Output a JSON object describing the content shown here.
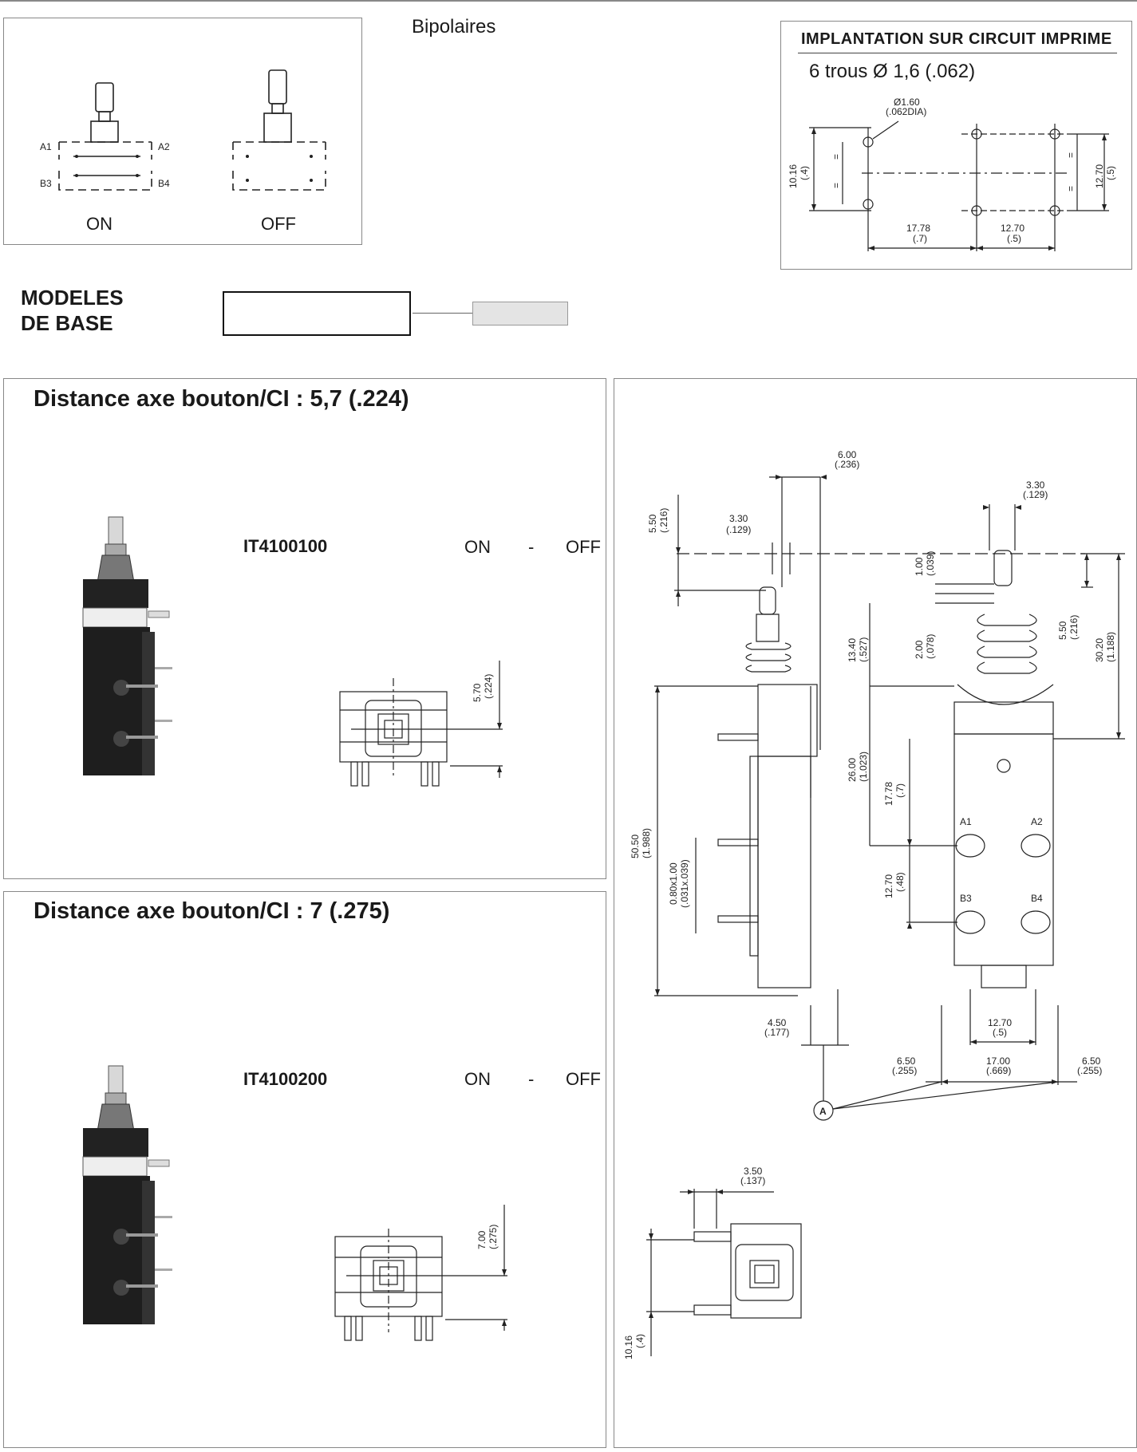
{
  "bipolar": {
    "title": "Bipolaires",
    "on_label": "ON",
    "off_label": "OFF",
    "terminals": [
      "A1",
      "A2",
      "B3",
      "B4"
    ]
  },
  "pcb": {
    "title": "IMPLANTATION SUR CIRCUIT IMPRIME",
    "subtitle": "6 trous Ø 1,6 (.062)",
    "hole_dia": [
      "Ø1.60",
      "(.062DIA)"
    ],
    "dim_left": [
      "10.16",
      "(.4)"
    ],
    "dim_right": [
      "12.70",
      "(.5)"
    ],
    "dim_b1": [
      "17.78",
      "(.7)"
    ],
    "dim_b2": [
      "12.70",
      "(.5)"
    ],
    "eq": "="
  },
  "modeles": {
    "line1": "MODELES",
    "line2": "DE BASE"
  },
  "section1": {
    "heading": "Distance axe bouton/CI : 5,7 (.224)",
    "ref": "IT4100100",
    "on": "ON",
    "sep": "-",
    "off": "OFF",
    "dim": [
      "5.70",
      "(.224)"
    ]
  },
  "section2": {
    "heading": "Distance axe bouton/CI : 7 (.275)",
    "ref": "IT4100200",
    "on": "ON",
    "sep": "-",
    "off": "OFF",
    "dim": [
      "7.00",
      "(.275)"
    ]
  },
  "drawing": {
    "d_600": [
      "6.00",
      "(.236)"
    ],
    "d_330a": [
      "3.30",
      "(.129)"
    ],
    "d_330b": [
      "3.30",
      "(.129)"
    ],
    "d_550a": [
      "5.50",
      "(.216)"
    ],
    "d_100": [
      "1.00",
      "(.039)"
    ],
    "d_200": [
      "2.00",
      "(.078)"
    ],
    "d_1340": [
      "13.40",
      "(.527)"
    ],
    "d_550b": [
      "5.50",
      "(.216)"
    ],
    "d_3020": [
      "30.20",
      "(1.188)"
    ],
    "d_2600": [
      "26.00",
      "(1.023)"
    ],
    "d_1778": [
      "17.78",
      "(.7)"
    ],
    "d_1270v": [
      "12.70",
      "(.48)"
    ],
    "d_5050": [
      "50.50",
      "(1.988)"
    ],
    "d_080": [
      "0.80x1.00",
      "(.031x.039)"
    ],
    "d_450": [
      "4.50",
      "(.177)"
    ],
    "d_1270h": [
      "12.70",
      "(.5)"
    ],
    "d_650a": [
      "6.50",
      "(.255)"
    ],
    "d_1700": [
      "17.00",
      "(.669)"
    ],
    "d_650b": [
      "6.50",
      "(.255)"
    ],
    "d_350": [
      "3.50",
      "(.137)"
    ],
    "d_1016": [
      "10.16",
      "(.4)"
    ],
    "label_a": "A",
    "pins": [
      "A1",
      "A2",
      "B3",
      "B4"
    ]
  }
}
